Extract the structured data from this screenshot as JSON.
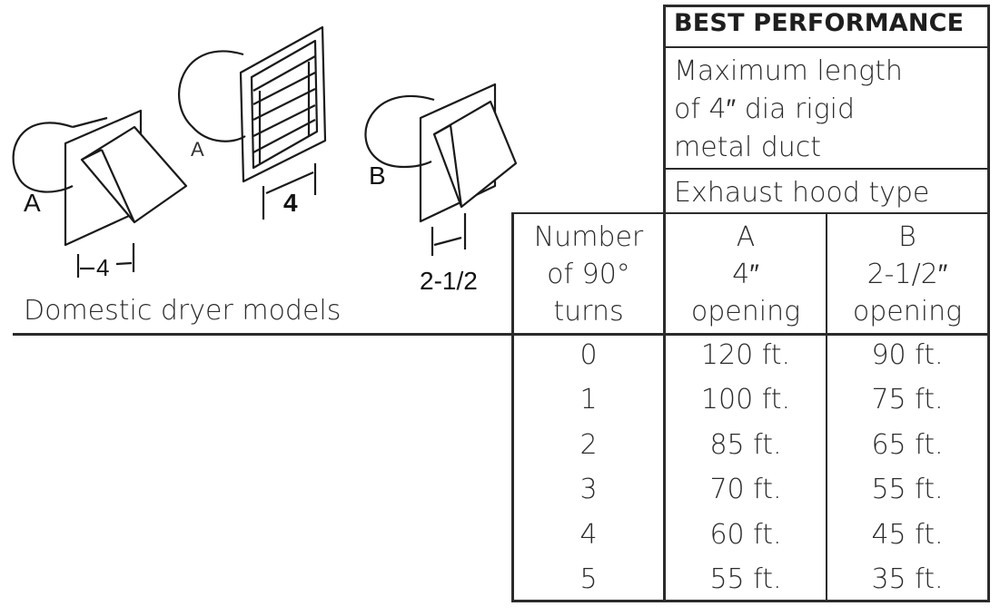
{
  "table": {
    "best_performance": "BEST PERFORMANCE",
    "max_length_lines": [
      "Maximum length",
      "of 4″ dia rigid",
      "metal duct"
    ],
    "exhaust_hood_type": "Exhaust hood type",
    "turns_header_lines": [
      "Number",
      "of 90°",
      "turns"
    ],
    "col_a_lines": [
      "A",
      "4″",
      "opening"
    ],
    "col_b_lines": [
      "B",
      "2-1/2″",
      "opening"
    ],
    "rows": [
      {
        "turns": "0",
        "a": "120 ft.",
        "b": "90 ft."
      },
      {
        "turns": "1",
        "a": "100 ft.",
        "b": "75 ft."
      },
      {
        "turns": "2",
        "a": "85 ft.",
        "b": "65 ft."
      },
      {
        "turns": "3",
        "a": "70 ft.",
        "b": "55 ft."
      },
      {
        "turns": "4",
        "a": "60 ft.",
        "b": "45 ft."
      },
      {
        "turns": "5",
        "a": "55 ft.",
        "b": "35 ft."
      }
    ]
  },
  "illustration": {
    "caption": "Domestic dryer models",
    "hood1_label": "A",
    "hood1_dim": "4",
    "louvered_label": "A",
    "louvered_dim": "4",
    "hood2_label": "B",
    "hood2_dim": "2-1/2"
  }
}
